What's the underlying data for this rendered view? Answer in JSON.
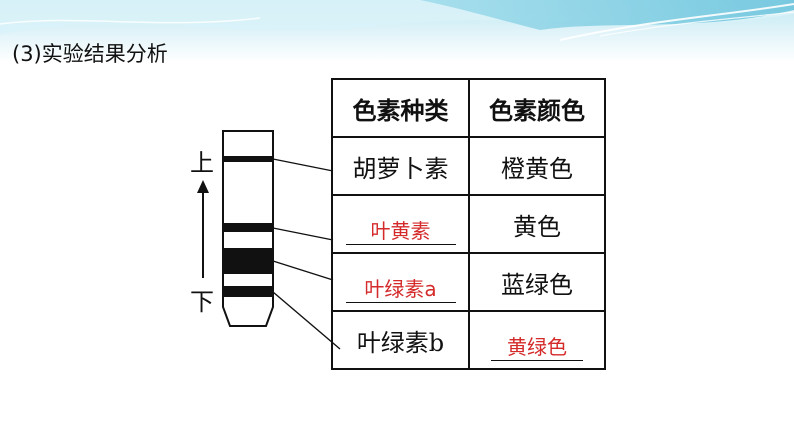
{
  "heading": "(3)实验结果分析",
  "direction": {
    "up": "上",
    "down": "下"
  },
  "table": {
    "headers": [
      "色素种类",
      "色素颜色"
    ],
    "rows": [
      {
        "kind": "胡萝卜素",
        "color": "橙黄色",
        "kind_is_answer": false,
        "color_is_answer": false
      },
      {
        "kind": "叶黄素",
        "color": "黄色",
        "kind_is_answer": true,
        "color_is_answer": false
      },
      {
        "kind": "叶绿素a",
        "color": "蓝绿色",
        "kind_is_answer": true,
        "color_is_answer": false
      },
      {
        "kind": "叶绿素b",
        "color": "黄绿色",
        "kind_is_answer": false,
        "color_is_answer": true
      }
    ]
  },
  "colors": {
    "answer": "#d42a2a",
    "banner_light": "#cfeef6",
    "banner_deep": "#5cc3dc"
  }
}
